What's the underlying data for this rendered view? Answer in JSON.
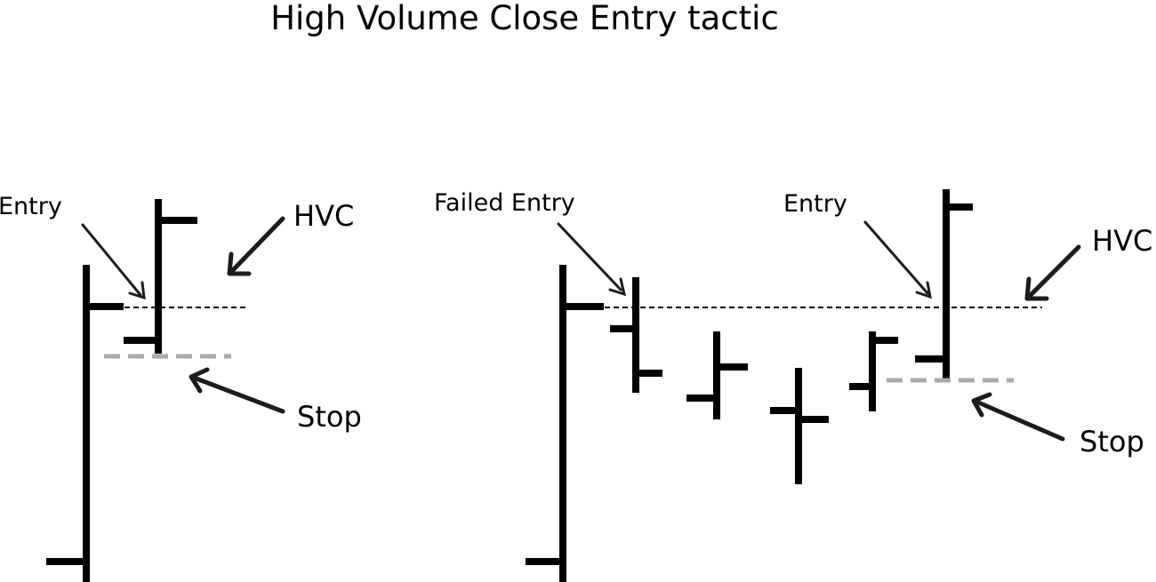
{
  "title": "High Volume Close Entry tactic",
  "left_panel": {
    "entry_label": "Entry",
    "hvc_label": "HVC",
    "stop_label": "Stop"
  },
  "right_panel": {
    "failed_entry_label": "Failed Entry",
    "entry_label": "Entry",
    "hvc_label": "HVC",
    "stop_label": "Stop"
  },
  "colors": {
    "bars": "#000000",
    "entry_line": "#000000",
    "stop_line": "#aaaaaa",
    "arrows": "#1c1c1c",
    "background": "#ffffff"
  }
}
